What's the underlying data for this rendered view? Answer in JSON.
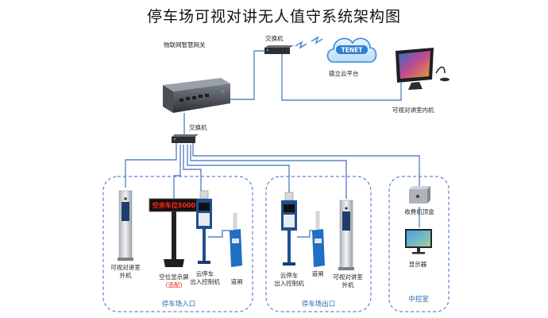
{
  "title": "停车场可视对讲无人值守系统架构图",
  "nodes": {
    "iot_gateway": "物联网智慧网关",
    "switch_top": "交换机",
    "switch_mid": "交换机",
    "cloud_platform": "德立云平台",
    "cloud_logo": "TENET",
    "indoor_unit": "可视对讲室内机",
    "entry_intercom_line1": "可视对讲室",
    "entry_intercom_line2": "外机",
    "space_display_line1": "空位显示屏",
    "space_display_line2": "(选配)",
    "space_display_text": "空余车位5000",
    "entry_controller_line1": "云停车",
    "entry_controller_line2": "出入控制机",
    "entry_barrier": "道闸",
    "exit_controller_line1": "云停车",
    "exit_controller_line2": "出入控制机",
    "exit_barrier": "道闸",
    "exit_intercom_line1": "可视对讲室",
    "exit_intercom_line2": "外机",
    "toll_box": "收费机顶盒",
    "monitor": "显示器"
  },
  "zones": {
    "entrance": "停车场入口",
    "exit": "停车场出口",
    "control_room": "中控室"
  },
  "colors": {
    "line": "#5a86c5",
    "zone_border": "#5b86c8",
    "zone_text": "#2a66b8",
    "led_text": "#ff2a1a",
    "optional_text": "#d42a1a",
    "barrier_blue": "#1f6fc4"
  }
}
